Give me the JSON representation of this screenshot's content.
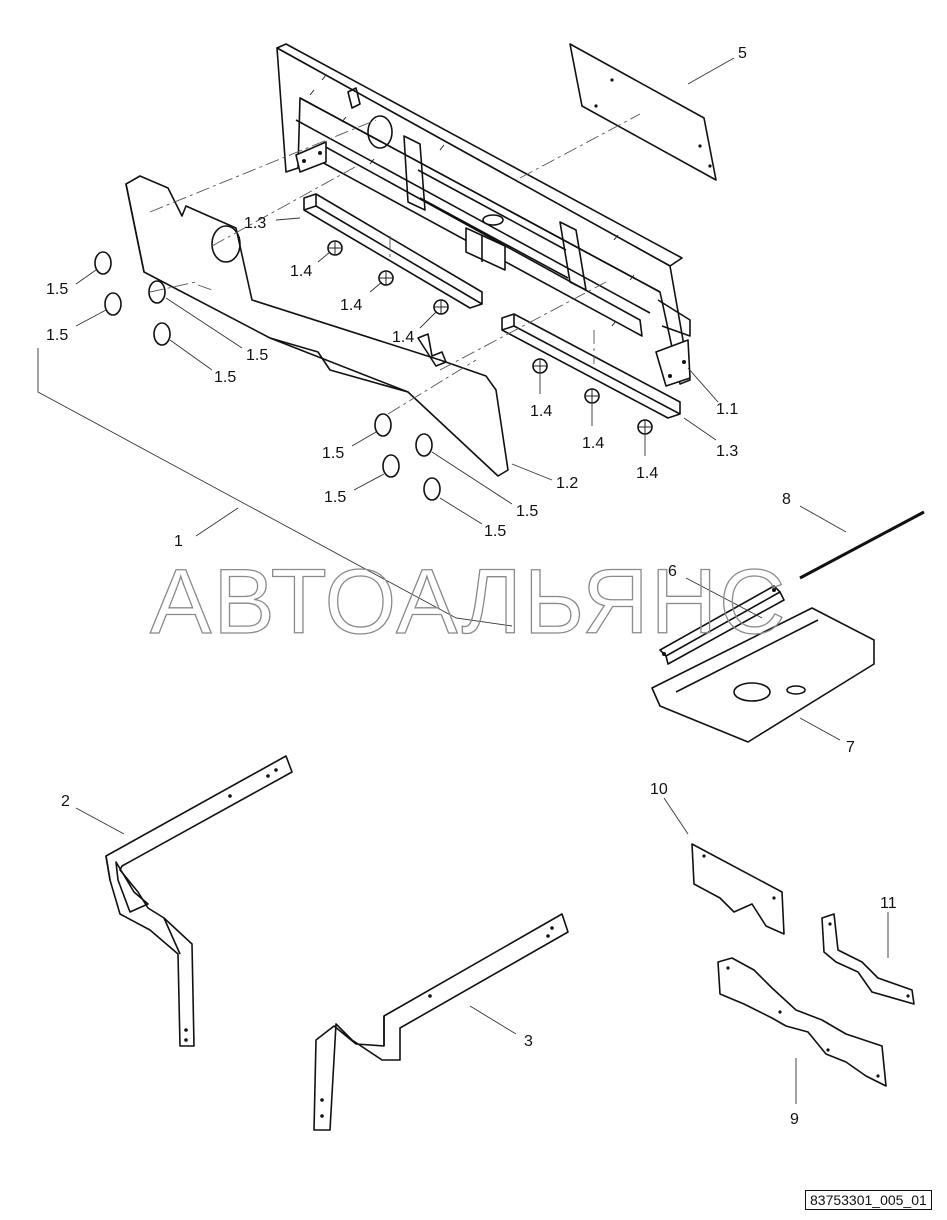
{
  "callouts": {
    "c1": "1",
    "c1_1": "1.1",
    "c1_2": "1.2",
    "c1_3": "1.3",
    "c1_4": "1.4",
    "c1_5": "1.5",
    "c2": "2",
    "c3": "3",
    "c5": "5",
    "c6": "6",
    "c7": "7",
    "c8": "8",
    "c9": "9",
    "c10": "10",
    "c11": "11"
  },
  "watermark": "АВТОАЛЬЯНС",
  "drawing_number": "83753301_005_01"
}
